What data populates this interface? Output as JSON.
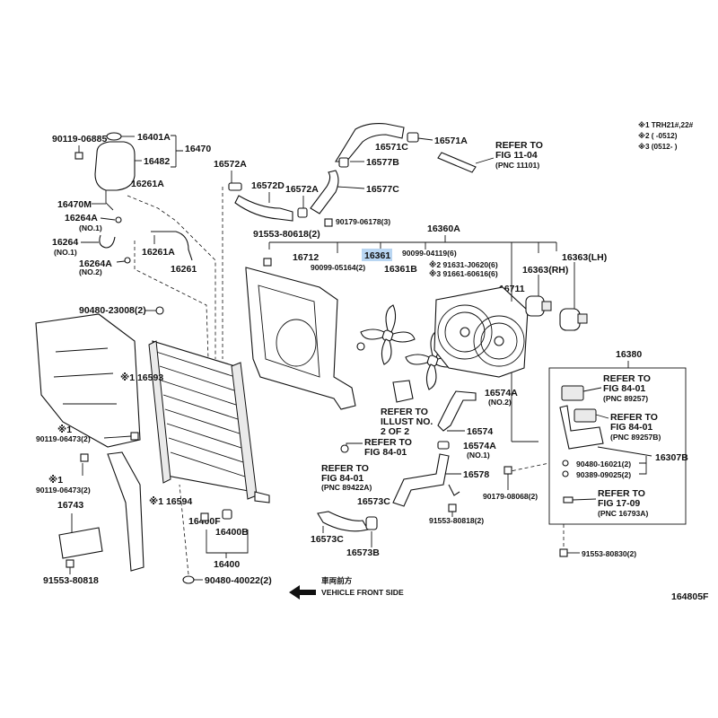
{
  "notes": {
    "n1": "※1 TRH21#,22#",
    "n2": "※2 (      -0512)",
    "n3": "※3 (0512-       )"
  },
  "figure_id": "164805F",
  "front_label": {
    "jp": "車両前方",
    "en": "VEHICLE FRONT SIDE"
  },
  "highlight_color": "#b9d6f2",
  "labels": {
    "p90119_06885": "90119-06885",
    "p16401A": "16401A",
    "p16470": "16470",
    "p16482": "16482",
    "p16261A_top": "16261A",
    "p16470M": "16470M",
    "p16264A_no1": "16264A",
    "no1_a": "(NO.1)",
    "p16264": "16264",
    "no1_b": "(NO.1)",
    "p16264A_no2": "16264A",
    "no2_a": "(NO.2)",
    "p16261A_mid": "16261A",
    "p16261": "16261",
    "p16572A_a": "16572A",
    "p16572D": "16572D",
    "p16572A_b": "16572A",
    "p16571C": "16571C",
    "p16577B": "16577B",
    "p16577C": "16577C",
    "p16571A": "16571A",
    "refer_11_04_a": "REFER TO",
    "refer_11_04_b": "FIG 11-04",
    "refer_11_04_c": "(PNC 11101)",
    "p90179_06178": "90179-06178(3)",
    "p91553_80618": "91553-80618(2)",
    "p16360A": "16360A",
    "p16712": "16712",
    "p16361": "16361",
    "p90099_04119": "90099-04119(6)",
    "p16363LH": "16363(LH)",
    "p90099_05164": "90099-05164(2)",
    "p16361B": "16361B",
    "p91631": "※2 91631-J0620(6)",
    "p91661": "※3 91661-60616(6)",
    "p16363RH": "16363(RH)",
    "p16711": "16711",
    "p90480_23008": "90480-23008(2)",
    "p16593": "※1 16593",
    "p90119_06473_a": "※1",
    "p90119_06473_a2": "90119-06473(2)",
    "p90119_06473_b": "※1",
    "p90119_06473_b2": "90119-06473(2)",
    "p16594": "※1 16594",
    "p16743": "16743",
    "p91553_80818_l": "91553-80818",
    "p16400F": "16400F",
    "p16400B": "16400B",
    "p16400": "16400",
    "p90480_40022": "90480-40022(2)",
    "p16574A_no2": "16574A",
    "no2_b": "(NO.2)",
    "refer_illust_a": "REFER TO",
    "refer_illust_b": "ILLUST NO.",
    "refer_illust_c": "2 OF 2",
    "p16574": "16574",
    "refer_84_01_c_a": "REFER TO",
    "refer_84_01_c_b": "FIG 84-01",
    "p16574A_no1": "16574A",
    "no1_c": "(NO.1)",
    "refer_89422_a": "REFER TO",
    "refer_89422_b": "FIG 84-01",
    "refer_89422_c": "(PNC 89422A)",
    "p16578": "16578",
    "p16573C": "16573C",
    "p16573C_b": "16573C",
    "p16573B": "16573B",
    "p91553_80818_c": "91553-80818(2)",
    "p90179_08068": "90179-08068(2)",
    "p16380": "16380",
    "refer_89257_a": "REFER TO",
    "refer_89257_b": "FIG 84-01",
    "refer_89257_c": "(PNC 89257)",
    "refer_89257B_a": "REFER TO",
    "refer_89257B_b": "FIG 84-01",
    "refer_89257B_c": "(PNC 89257B)",
    "p16307B": "16307B",
    "p90480_16021": "90480-16021(2)",
    "p90389_09025": "90389-09025(2)",
    "refer_16793_a": "REFER TO",
    "refer_16793_b": "FIG 17-09",
    "refer_16793_c": "(PNC 16793A)",
    "p91553_80830": "91553-80830(2)"
  }
}
